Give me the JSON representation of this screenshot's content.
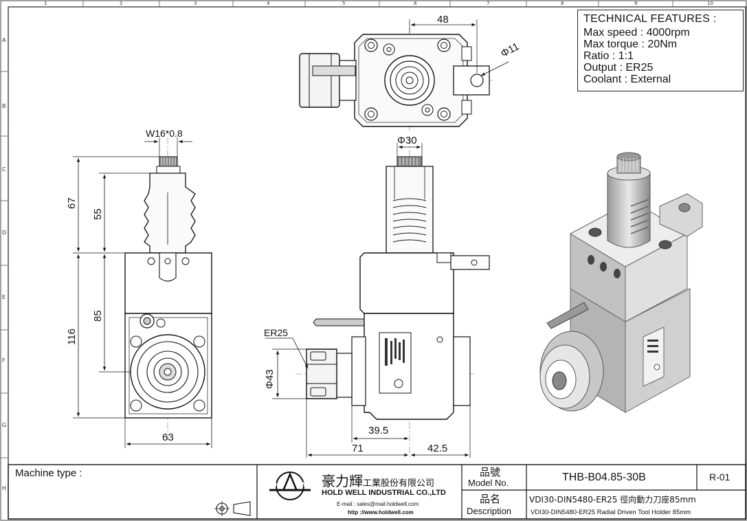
{
  "technical_features": {
    "title": "TECHNICAL FEATURES :",
    "rows": [
      {
        "label": "Max speed",
        "value": "4000rpm"
      },
      {
        "label": "Max torque",
        "value": "20Nm"
      },
      {
        "label": "Ratio",
        "value": "1:1"
      },
      {
        "label": "Output",
        "value": "ER25"
      },
      {
        "label": "Coolant",
        "value": "External"
      }
    ]
  },
  "dimensions": {
    "top_48": "48",
    "top_dia11": "Φ11",
    "left_thread": "W16*0.8",
    "left_67": "67",
    "left_55": "55",
    "left_85": "85",
    "left_116": "116",
    "left_63": "63",
    "mid_dia30": "Φ30",
    "mid_er25": "ER25",
    "mid_dia43": "Φ43",
    "mid_39_5": "39.5",
    "mid_71": "71",
    "mid_42_5": "42.5"
  },
  "ruler": {
    "columns": [
      "1",
      "2",
      "3",
      "4",
      "5",
      "6",
      "7",
      "8",
      "9",
      "10"
    ],
    "rows": [
      "A",
      "B",
      "C",
      "D",
      "E",
      "F",
      "G",
      "H"
    ]
  },
  "title_block": {
    "machine_type_label": "Machine type :",
    "company_cn": "豪力輝",
    "company_cn_suffix": "工業股份有限公司",
    "company_en": "HOLD WELL INDUSTRIAL CO.,LTD",
    "email": "E-mail : sales@mail.holdwell.com",
    "website": "http ://www.holdwell.com",
    "model_label_cn": "品號",
    "model_label_en": "Model No.",
    "model_value": "THB-B04.85-30B",
    "revision": "R-01",
    "desc_label_cn": "品名",
    "desc_label_en": "Description",
    "desc_value_cn": "VDI30-DIN5480-ER25 徑向動力刀座85mm",
    "desc_value_en": "VDI30-DIN5480-ER25 Radial Driven Tool Holder 85mm",
    "logo_letters": "H W"
  }
}
